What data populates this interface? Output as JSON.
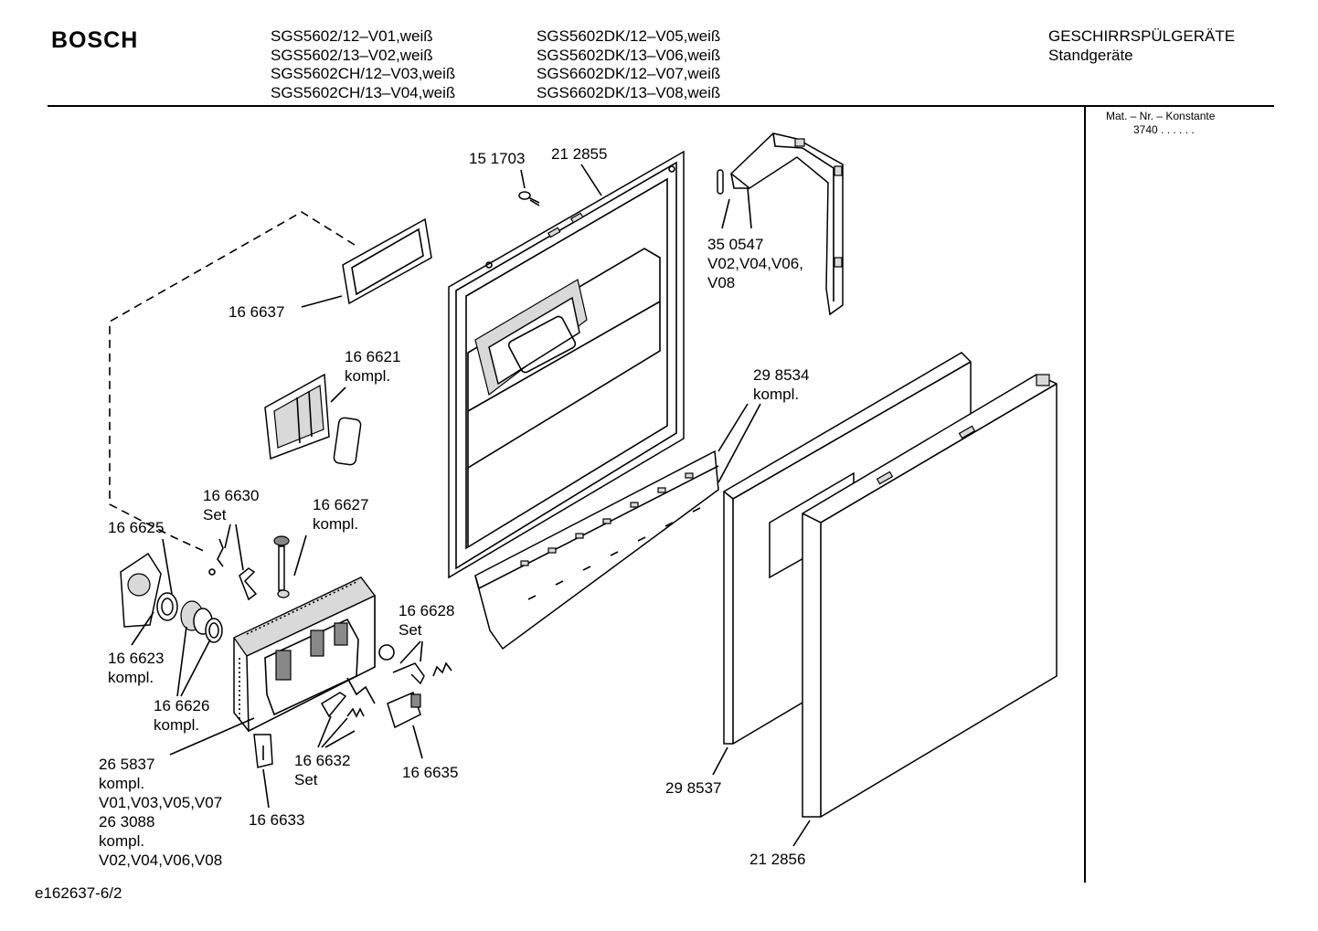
{
  "header": {
    "brand": "BOSCH",
    "models_left": [
      "SGS5602/12–V01,weiß",
      "SGS5602/13–V02,weiß",
      "SGS5602CH/12–V03,weiß",
      "SGS5602CH/13–V04,weiß"
    ],
    "models_right": [
      "SGS5602DK/12–V05,weiß",
      "SGS5602DK/13–V06,weiß",
      "SGS6602DK/12–V07,weiß",
      "SGS6602DK/13–V08,weiß"
    ],
    "category": "GESCHIRRSPÜLGERÄTE",
    "subcategory": "Standgeräte"
  },
  "sidebar": {
    "mat_label": "Mat. – Nr. – Konstante",
    "mat_value": "3740 . . . . . ."
  },
  "labels": {
    "p151703": "15 1703",
    "p212855": "21 2855",
    "p350547": [
      "35 0547",
      "V02,V04,V06,",
      "V08"
    ],
    "p166637": "16 6637",
    "p166621": [
      "16 6621",
      "kompl."
    ],
    "p298534": [
      "29 8534",
      "kompl."
    ],
    "p166630": [
      "16 6630",
      "Set"
    ],
    "p166627": [
      "16 6627",
      "kompl."
    ],
    "p166625": "16 6625",
    "p166628": [
      "16 6628",
      "Set"
    ],
    "p166623": [
      "16 6623",
      "kompl."
    ],
    "p166626": [
      "16 6626",
      "kompl."
    ],
    "p265837": [
      "26 5837",
      "kompl.",
      "V01,V03,V05,V07",
      "26 3088",
      "kompl.",
      "V02,V04,V06,V08"
    ],
    "p166632": [
      "16 6632",
      "Set"
    ],
    "p166635": "16 6635",
    "p166633": "16 6633",
    "p298537": "29 8537",
    "p212856": "21 2856"
  },
  "footer": {
    "drawing_id": "e162637-6/2"
  }
}
